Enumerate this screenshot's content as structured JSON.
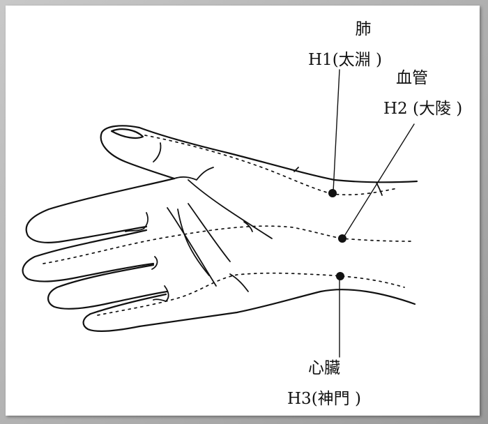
{
  "points": [
    {
      "id": "H1",
      "organ": "肺",
      "code": "H1(太淵 )"
    },
    {
      "id": "H2",
      "organ": "血管",
      "code": "H2 (大陵 )"
    },
    {
      "id": "H3",
      "organ": "心臟",
      "code": "H3(神門 )"
    }
  ]
}
